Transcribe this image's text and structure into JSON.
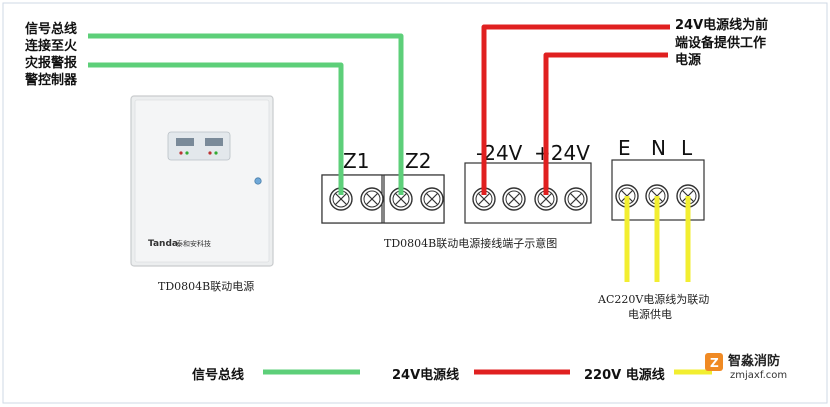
{
  "signal_bus_note": [
    "信号总线",
    "连接至火",
    "灾报警报",
    "警控制器"
  ],
  "power24_note": [
    "24V电源线为前",
    "端设备提供工作",
    "电源"
  ],
  "device": {
    "brand": "Tanda",
    "brand_cn": "泰和安科技",
    "caption": "TD0804B联动电源"
  },
  "terminals": {
    "z1": "Z1",
    "z2": "Z2",
    "neg24": "-24V",
    "pos24": "+24V",
    "e": "E",
    "n": "N",
    "l": "L",
    "caption": "TD0804B联动电源接线端子示意图"
  },
  "ac_note": [
    "AC220V电源线为联动",
    "电源供电"
  ],
  "legend": {
    "signal": "信号总线",
    "power24": "24V电源线",
    "power220": "220V 电源线"
  },
  "watermark": {
    "name": "智淼消防",
    "url": "zmjaxf.com"
  },
  "colors": {
    "signal": "#5dcf79",
    "power24": "#e02020",
    "power220": "#f2ee30"
  }
}
